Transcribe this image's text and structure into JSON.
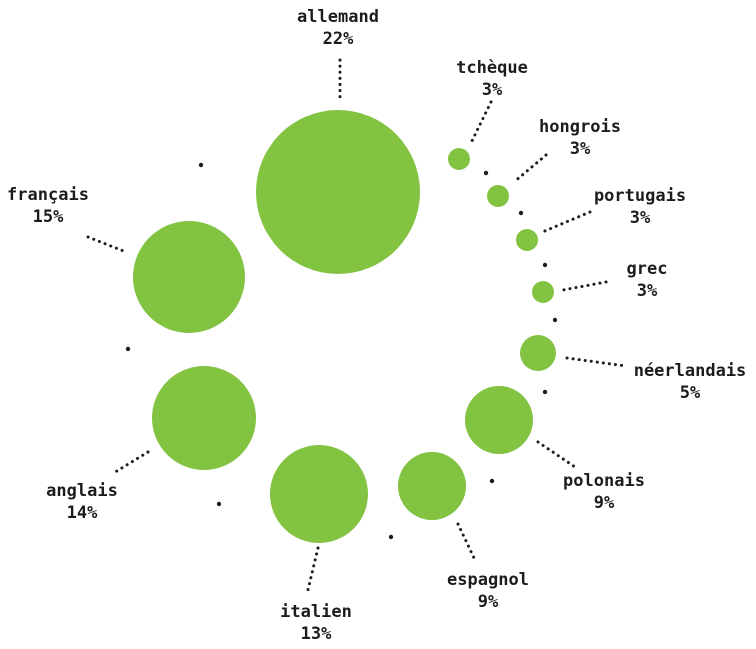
{
  "chart_data": {
    "type": "bubble",
    "title": "",
    "colors": {
      "bubble": "#82c341",
      "leader": "#1c1c1c",
      "text": "#1c1c1c"
    },
    "items": [
      {
        "name": "allemand",
        "value": 22,
        "label": "22%"
      },
      {
        "name": "tchèque",
        "value": 3,
        "label": "3%"
      },
      {
        "name": "hongrois",
        "value": 3,
        "label": "3%"
      },
      {
        "name": "portugais",
        "value": 3,
        "label": "3%"
      },
      {
        "name": "grec",
        "value": 3,
        "label": "3%"
      },
      {
        "name": "néerlandais",
        "value": 5,
        "label": "5%"
      },
      {
        "name": "polonais",
        "value": 9,
        "label": "9%"
      },
      {
        "name": "espagnol",
        "value": 9,
        "label": "9%"
      },
      {
        "name": "italien",
        "value": 13,
        "label": "13%"
      },
      {
        "name": "anglais",
        "value": 14,
        "label": "14%"
      },
      {
        "name": "français",
        "value": 15,
        "label": "15%"
      }
    ]
  }
}
